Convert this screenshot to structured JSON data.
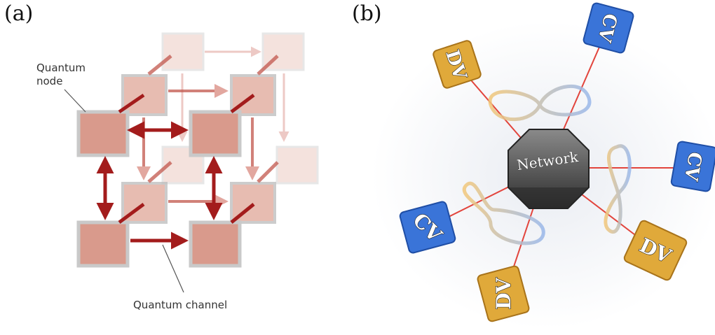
{
  "panel_a": {
    "label": "(a)",
    "node_callout": [
      "Quantum",
      "node"
    ],
    "channel_callout": "Quantum channel"
  },
  "panel_b": {
    "label": "(b)",
    "hub_label": "Network",
    "nodes": [
      {
        "id": "dv-top-left",
        "label": "DV",
        "kind": "DV"
      },
      {
        "id": "cv-top-right",
        "label": "CV",
        "kind": "CV"
      },
      {
        "id": "cv-right",
        "label": "CV",
        "kind": "CV"
      },
      {
        "id": "dv-bottom-right",
        "label": "DV",
        "kind": "DV"
      },
      {
        "id": "dv-bottom",
        "label": "DV",
        "kind": "DV"
      },
      {
        "id": "cv-left",
        "label": "CV",
        "kind": "CV"
      }
    ]
  },
  "colors": {
    "node_fill": "#d99a8c",
    "arrow": "#a31c1c",
    "dv": "#e0a93a",
    "cv": "#3a74d8",
    "link": "#e2443c",
    "hub": "#4a4a4a"
  }
}
